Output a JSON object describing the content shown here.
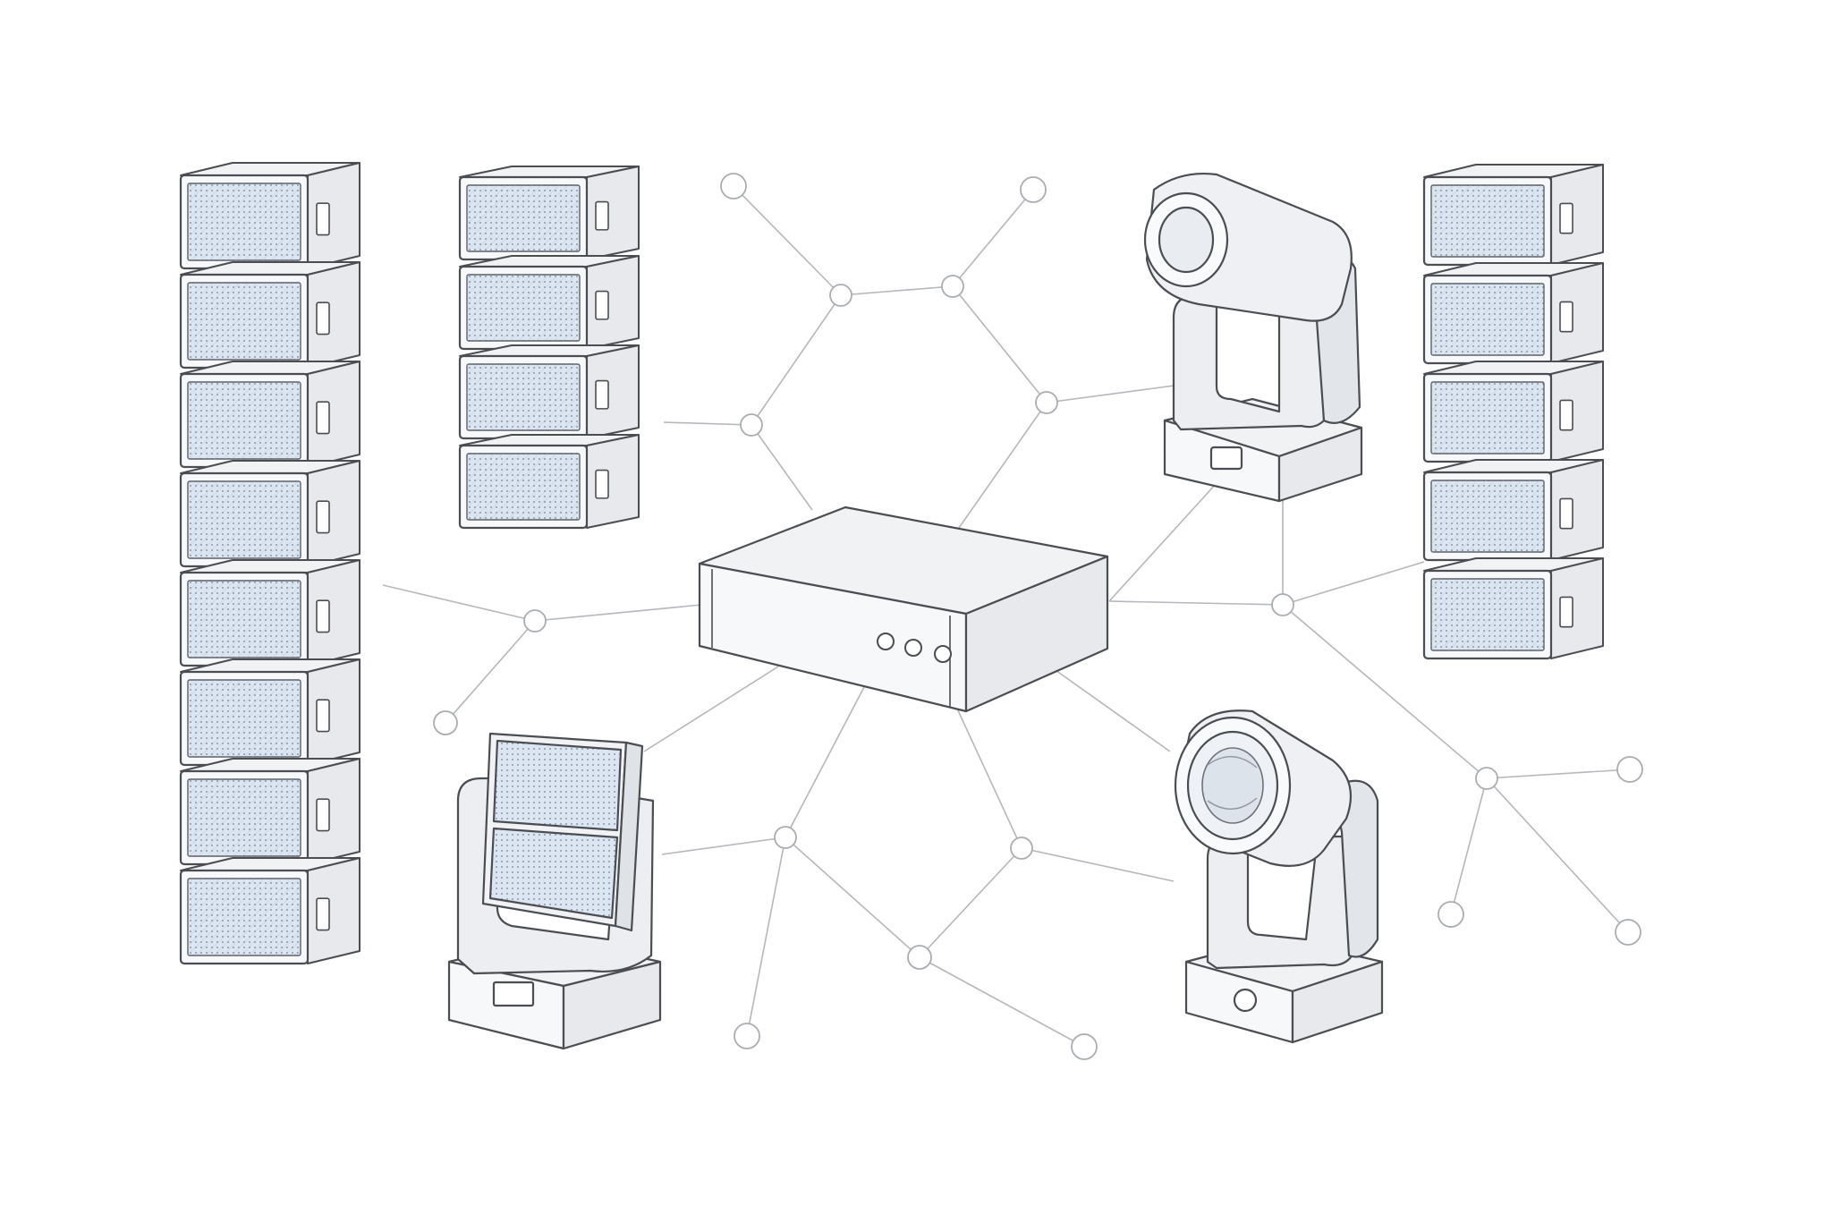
{
  "colors": {
    "background": "#ffffff",
    "line": "#b4b7bb",
    "device_face": "#f7f8f9",
    "device_side": "#e7e9ec",
    "device_top": "#f1f2f4",
    "grille_tint": "#dbe6f2",
    "outline": "#4a4d52"
  },
  "devices": [
    {
      "id": "line-array-left",
      "kind": "line-array-speaker",
      "cabinets": 8
    },
    {
      "id": "line-array-center-left",
      "kind": "line-array-speaker",
      "cabinets": 4
    },
    {
      "id": "line-array-right",
      "kind": "line-array-speaker",
      "cabinets": 5
    },
    {
      "id": "moving-head-top-right",
      "kind": "moving-head-spot-light"
    },
    {
      "id": "moving-head-bottom-right",
      "kind": "moving-head-spot-light"
    },
    {
      "id": "moving-panel-bottom-left",
      "kind": "moving-panel-wash-light"
    },
    {
      "id": "central-controller",
      "kind": "control-hub",
      "indicator_buttons": 3
    }
  ]
}
